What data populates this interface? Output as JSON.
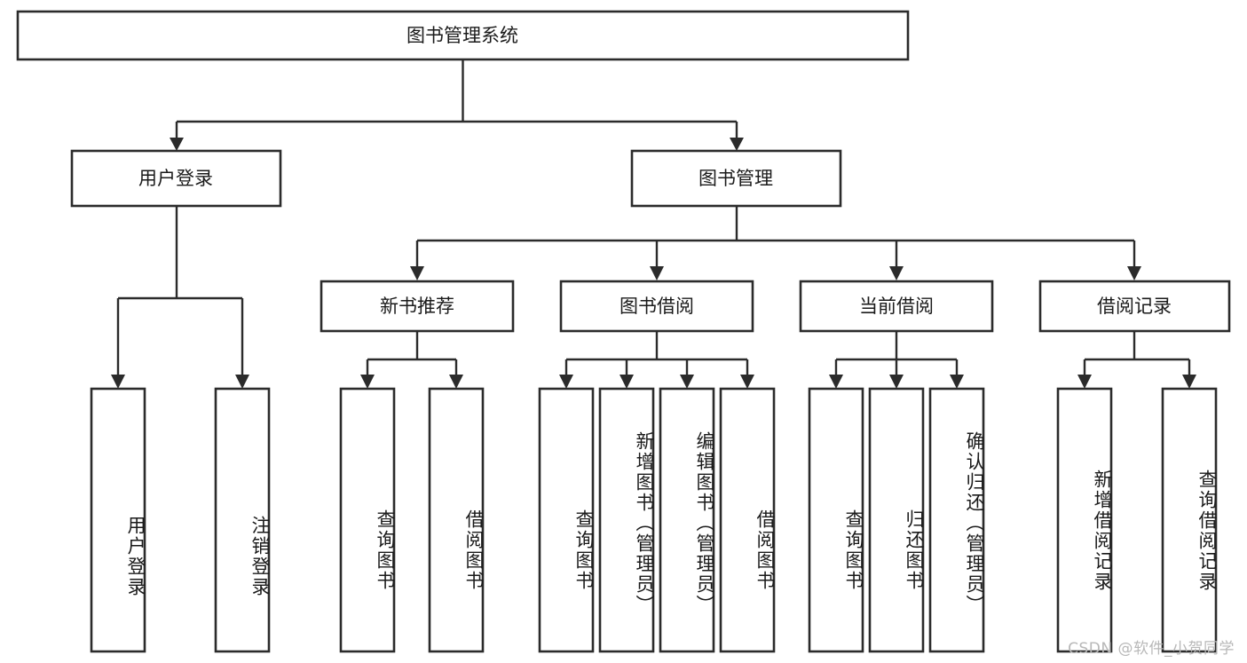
{
  "diagram": {
    "type": "tree-hierarchy",
    "title": "图书管理系统",
    "orientation": "top-down",
    "colors": {
      "box_stroke": "#2b2b2b",
      "box_fill": "#ffffff",
      "connector": "#2b2b2b",
      "text": "#1a1a1a",
      "watermark": "#b8b8b8",
      "background": "#ffffff"
    },
    "root": {
      "label": "图书管理系统",
      "children": [
        {
          "label": "用户登录",
          "children": [
            {
              "label": "用户登录"
            },
            {
              "label": "注销登录"
            }
          ]
        },
        {
          "label": "图书管理",
          "children": [
            {
              "label": "新书推荐",
              "children": [
                {
                  "label": "查询图书"
                },
                {
                  "label": "借阅图书"
                }
              ]
            },
            {
              "label": "图书借阅",
              "children": [
                {
                  "label": "查询图书"
                },
                {
                  "label": "新增图书（管理员）"
                },
                {
                  "label": "编辑图书（管理员）"
                },
                {
                  "label": "借阅图书"
                }
              ]
            },
            {
              "label": "当前借阅",
              "children": [
                {
                  "label": "查询图书"
                },
                {
                  "label": "归还图书"
                },
                {
                  "label": "确认归还（管理员）"
                }
              ]
            },
            {
              "label": "借阅记录",
              "children": [
                {
                  "label": "新增借阅记录"
                },
                {
                  "label": "查询借阅记录"
                }
              ]
            }
          ]
        }
      ]
    }
  },
  "nodes": {
    "root": "图书管理系统",
    "l2_user_login": "用户登录",
    "l2_book_manage": "图书管理",
    "l3_new_book_rec": "新书推荐",
    "l3_book_borrow": "图书借阅",
    "l3_current_borrow": "当前借阅",
    "l3_borrow_record": "借阅记录",
    "leaf_user_login": "用户登录",
    "leaf_logout": "注销登录",
    "leaf_rec_query_book": "查询图书",
    "leaf_rec_borrow_book": "借阅图书",
    "leaf_bb_query_book": "查询图书",
    "leaf_bb_add_book": "新增图书（管理员）",
    "leaf_bb_edit_book": "编辑图书（管理员）",
    "leaf_bb_borrow_book": "借阅图书",
    "leaf_cb_query_book": "查询图书",
    "leaf_cb_return_book": "归还图书",
    "leaf_cb_confirm_return": "确认归还（管理员）",
    "leaf_br_add_record": "新增借阅记录",
    "leaf_br_query_record": "查询借阅记录"
  },
  "watermark": {
    "text": "CSDN @软件_小贺同学"
  }
}
